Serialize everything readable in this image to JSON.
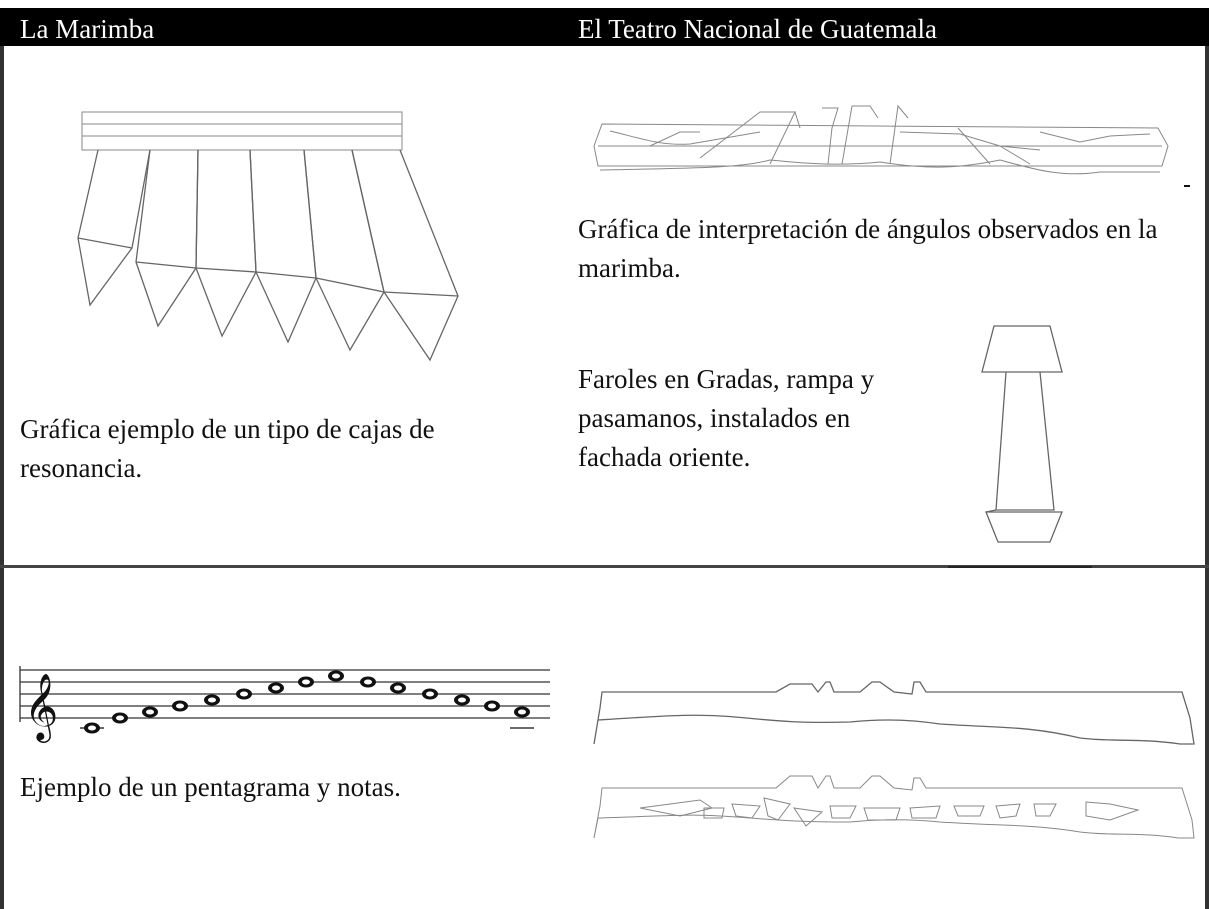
{
  "table": {
    "headers": [
      "La Marimba",
      "El Teatro Nacional de Guatemala"
    ],
    "rows": [
      {
        "left_caption": "Gráfica ejemplo de un tipo de cajas de resonancia.",
        "right_caption_top": "Gráfica de interpretación de  ángulos observados en la marimba.",
        "right_caption_bottom": "Faroles en Gradas, rampa y pasamanos, instalados en fachada oriente."
      },
      {
        "left_caption": "Ejemplo de un pentagrama y notas."
      }
    ]
  },
  "icons": [
    "resonance-boxes-illustration",
    "treble-clef-staff-illustration",
    "theater-silhouette-illustration",
    "lamp-post-illustration"
  ]
}
